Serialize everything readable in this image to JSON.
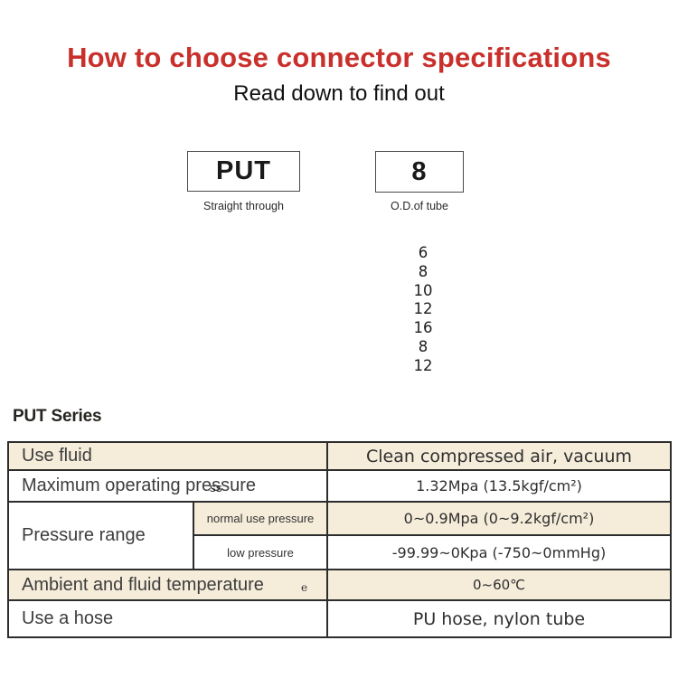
{
  "page": {
    "title": "How to choose connector specifications",
    "subtitle": "Read down to find out",
    "title_color": "#c9302c",
    "background_color": "#ffffff"
  },
  "model_selector": {
    "segments": [
      {
        "code": "PUT",
        "caption": "Straight through"
      },
      {
        "code": "8",
        "caption": "O.D.of tube"
      }
    ],
    "tube_size_options": [
      "6",
      "8",
      "10",
      "12",
      "16",
      "8",
      "12"
    ]
  },
  "series_section": {
    "heading": "PUT Series"
  },
  "spec_table": {
    "highlight_color": "#f5ecda",
    "border_color": "#2d2d2d",
    "rows": [
      {
        "label": "Use fluid",
        "value": "Clean compressed air, vacuum"
      },
      {
        "label": "Maximum operating pressure",
        "value": "1.32Mpa (13.5kgf/cm²)"
      },
      {
        "label": "Pressure range",
        "sub_rows": [
          {
            "label": "normal use pressure",
            "value": "0~0.9Mpa (0~9.2kgf/cm²)"
          },
          {
            "label": "low pressure",
            "value": "-99.99~0Kpa (-750~0mmHg)"
          }
        ]
      },
      {
        "label": "Ambient and fluid temperature",
        "value": "0~60℃"
      },
      {
        "label": "Use a hose",
        "value": "PU hose, nylon tube"
      }
    ],
    "artifacts": {
      "pressure_overlap_text": "ss",
      "temperature_stray_text": "e"
    }
  }
}
